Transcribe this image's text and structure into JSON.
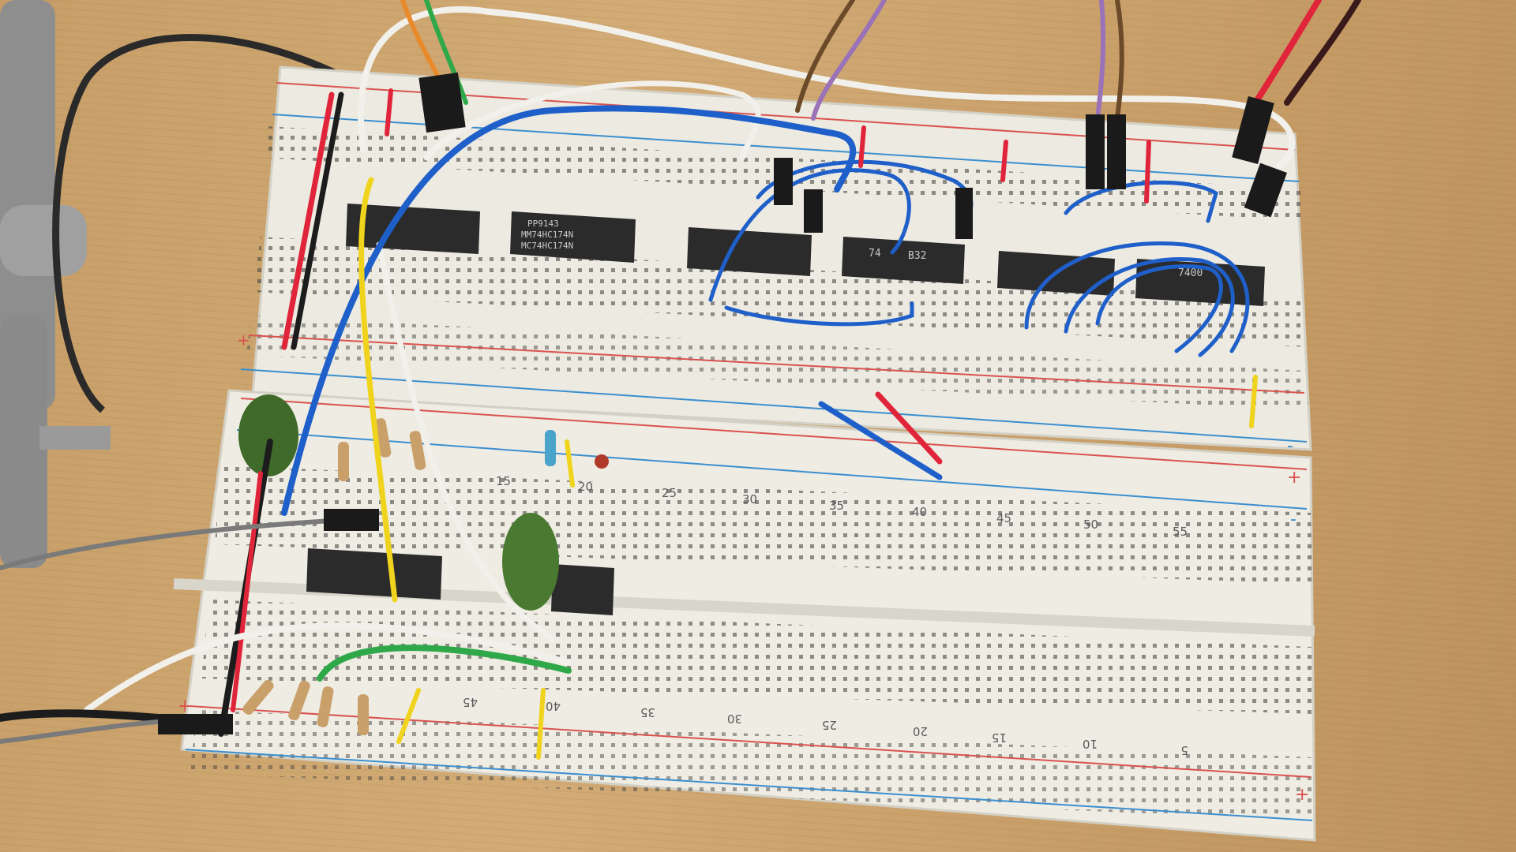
{
  "chips": [
    {
      "id": "ic-1",
      "lines": [
        "PP9143",
        "MM74HC174N",
        "MC74HC174N"
      ]
    },
    {
      "id": "ic-3",
      "lines": [
        "74",
        "B32"
      ]
    },
    {
      "id": "ic-5",
      "lines": [
        "7400"
      ]
    }
  ],
  "column_numbers_top": [
    "15",
    "20",
    "25",
    "30",
    "35",
    "40",
    "45",
    "50",
    "55"
  ],
  "column_numbers_bottom": [
    "45",
    "40",
    "35",
    "30",
    "25",
    "20",
    "15",
    "10",
    "5"
  ],
  "rail_signs": {
    "plus": "+",
    "minus": "-"
  },
  "colors": {
    "board": "#efece3",
    "red_rail": "#d9534f",
    "blue_rail": "#3b8fd0",
    "wire_blue": "#1f5fc9",
    "wire_white": "#f2f0ea",
    "wire_yellow": "#f0d31c",
    "wire_green": "#2fa84a",
    "wire_red": "#e0253a",
    "wire_purple": "#9a72b8",
    "wire_brown": "#6b4a2a"
  }
}
